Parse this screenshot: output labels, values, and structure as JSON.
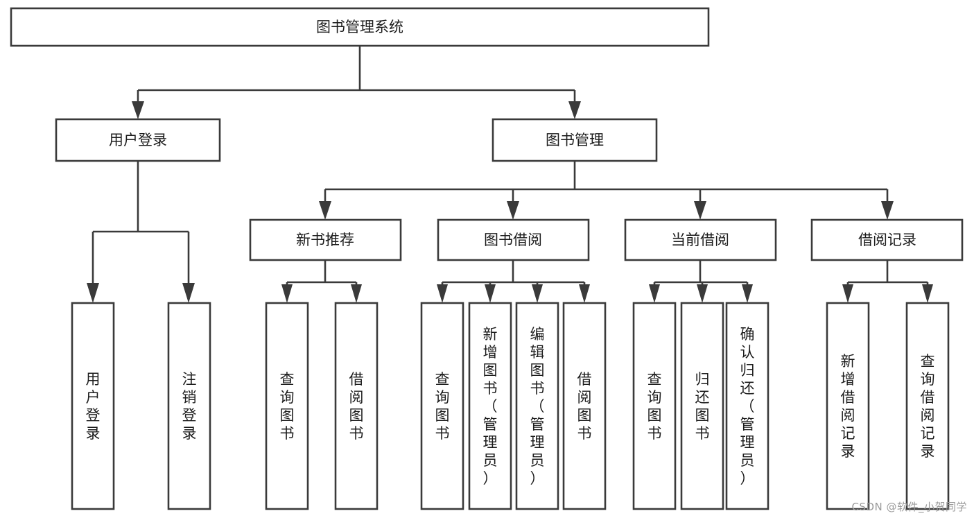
{
  "diagram": {
    "title": "图书管理系统",
    "type": "tree-hierarchy-chart",
    "watermark": "CSDN @软件_小贺同学",
    "root": {
      "label": "图书管理系统"
    },
    "level2": [
      {
        "label": "用户登录"
      },
      {
        "label": "图书管理"
      }
    ],
    "level3": [
      {
        "label": "新书推荐"
      },
      {
        "label": "图书借阅"
      },
      {
        "label": "当前借阅"
      },
      {
        "label": "借阅记录"
      }
    ],
    "leaves": {
      "user_login": [
        {
          "label": "用户登录"
        },
        {
          "label": "注销登录"
        }
      ],
      "new_book_recommend": [
        {
          "label": "查询图书"
        },
        {
          "label": "借阅图书"
        }
      ],
      "book_borrow": [
        {
          "label": "查询图书"
        },
        {
          "label": "新增图书（管理员）"
        },
        {
          "label": "编辑图书（管理员）"
        },
        {
          "label": "借阅图书"
        }
      ],
      "current_borrow": [
        {
          "label": "查询图书"
        },
        {
          "label": "归还图书"
        },
        {
          "label": "确认归还（管理员）"
        }
      ],
      "borrow_record": [
        {
          "label": "新增借阅记录"
        },
        {
          "label": "查询借阅记录"
        }
      ]
    }
  }
}
